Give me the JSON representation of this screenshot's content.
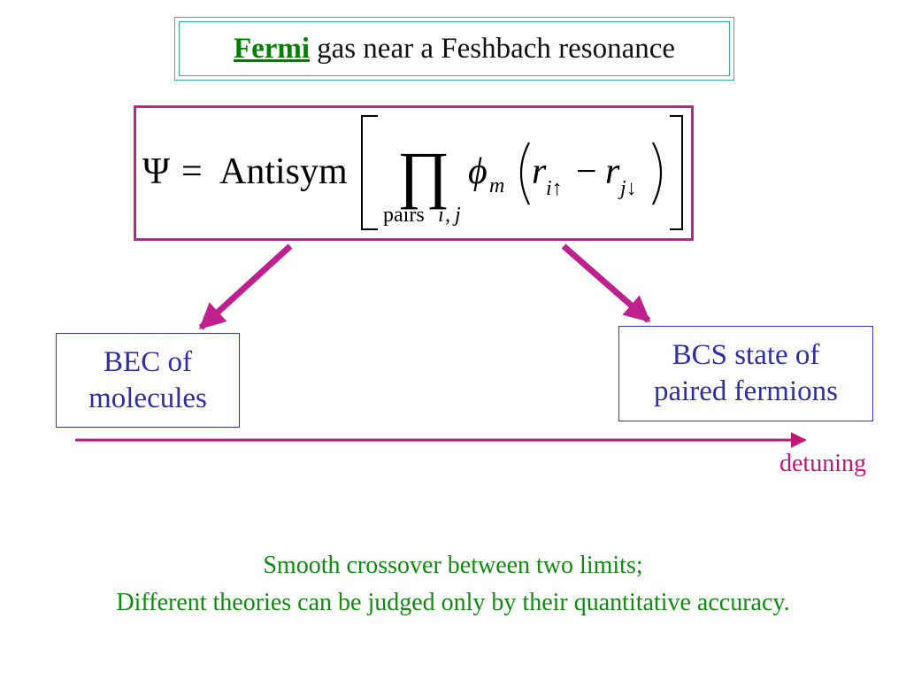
{
  "title": {
    "emphasis": "Fermi",
    "rest": "gas near a Feshbach resonance"
  },
  "equation": {
    "lhs": "Ψ",
    "equals": "=",
    "operator": "Antisym",
    "product_symbol": "∏",
    "product_subscript_word": "pairs",
    "product_subscript_index_i": "i",
    "product_subscript_comma": ",",
    "product_subscript_index_j": "j",
    "function": "ϕ",
    "function_subscript": "m",
    "r1": "r",
    "r1_subscript": "i↑",
    "minus": "−",
    "r2": "r",
    "r2_subscript": "j↓"
  },
  "limits": {
    "bec": {
      "line1": "BEC of",
      "line2": "molecules"
    },
    "bcs": {
      "line1": "BCS state of",
      "line2": "paired fermions"
    }
  },
  "axis": {
    "label": "detuning"
  },
  "conclusion": {
    "line1": "Smooth crossover between two limits;",
    "line2": "Different theories can be judged only by their quantitative accuracy."
  },
  "colors": {
    "title_border": "#2fb39a",
    "title_emphasis": "#008000",
    "equation_border": "#c0208e",
    "arrows": "#c0208e",
    "limit_box_border": "#3333bb",
    "limit_text": "#2e2ea8",
    "axis_arrow": "#c21677",
    "conclusion_text": "#108a10"
  }
}
